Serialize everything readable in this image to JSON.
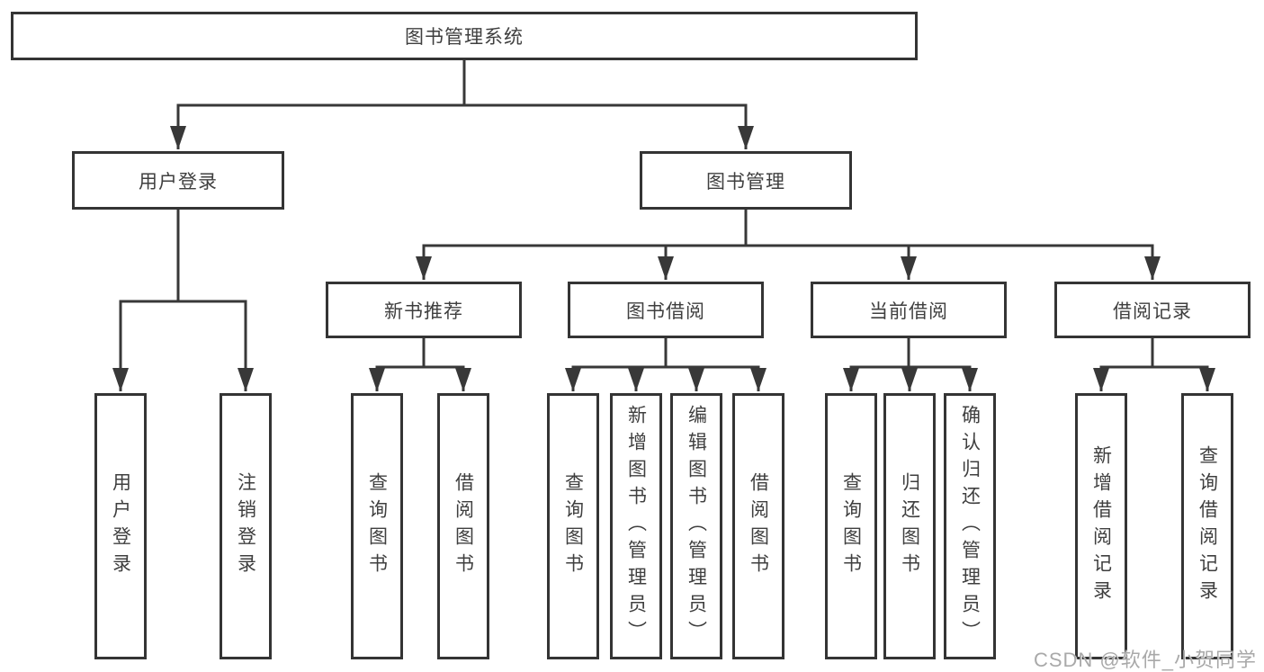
{
  "diagram": {
    "root": {
      "label": "图书管理系统"
    },
    "branches": [
      {
        "label": "用户登录",
        "children": [
          {
            "label": "用户登录"
          },
          {
            "label": "注销登录"
          }
        ]
      },
      {
        "label": "图书管理",
        "children": [
          {
            "label": "新书推荐",
            "children": [
              {
                "label": "查询图书"
              },
              {
                "label": "借阅图书"
              }
            ]
          },
          {
            "label": "图书借阅",
            "children": [
              {
                "label": "查询图书"
              },
              {
                "label": "新增图书（管理员）"
              },
              {
                "label": "编辑图书（管理员）"
              },
              {
                "label": "借阅图书"
              }
            ]
          },
          {
            "label": "当前借阅",
            "children": [
              {
                "label": "查询图书"
              },
              {
                "label": "归还图书"
              },
              {
                "label": "确认归还（管理员）"
              }
            ]
          },
          {
            "label": "借阅记录",
            "children": [
              {
                "label": "新增借阅记录"
              },
              {
                "label": "查询借阅记录"
              }
            ]
          }
        ]
      }
    ]
  },
  "watermark": {
    "text": "CSDN @软件_小贺同学"
  },
  "colors": {
    "line": "#383838",
    "box_border": "#343434",
    "text": "#3f3f3f",
    "background": "#ffffff",
    "watermark": "#a9a9a9"
  }
}
